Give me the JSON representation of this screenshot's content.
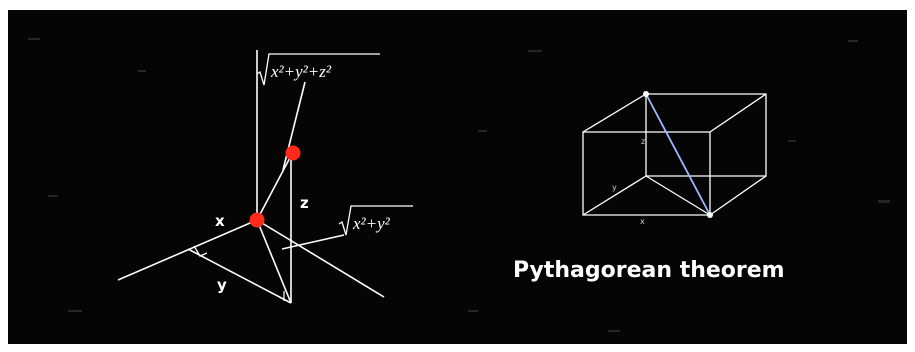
{
  "left_diagram": {
    "axis_x_label": "x",
    "axis_y_label": "y",
    "height_label": "z",
    "formula_3d": "x²+y²+z²",
    "formula_2d": "x²+y²"
  },
  "box_diagram": {
    "label_z": "z",
    "label_y": "y",
    "label_x": "x"
  },
  "caption": "Pythagorean theorem",
  "colors": {
    "background": "#050505",
    "lines": "#ffffff",
    "point": "#ff2a1a",
    "diagonal": "#9fb8ff"
  }
}
